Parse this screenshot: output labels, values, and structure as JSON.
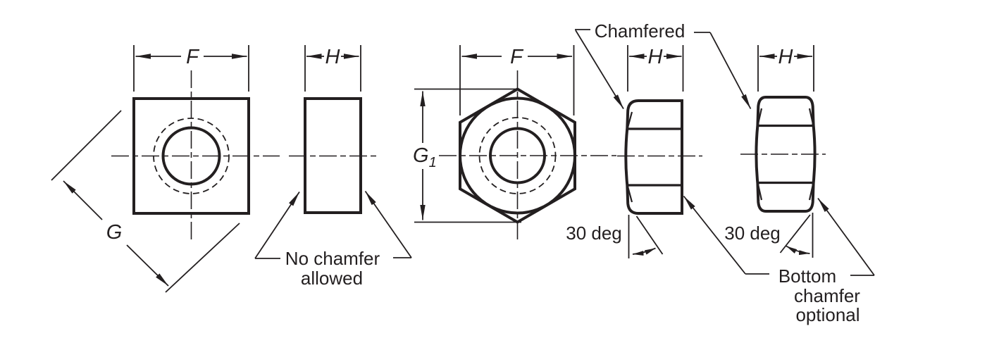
{
  "colors": {
    "ink": "#231f20",
    "background": "#ffffff"
  },
  "dimension_labels": {
    "width_across_flats": "F",
    "thickness": "H",
    "square_across_corners": "G",
    "hex_across_corners_base": "G",
    "hex_across_corners_subscript": "1"
  },
  "annotations": {
    "chamfered": "Chamfered",
    "no_chamfer_line1": "No chamfer",
    "no_chamfer_line2": "allowed",
    "chamfer_angle_left": "30 deg",
    "chamfer_angle_right": "30 deg",
    "bottom_chamfer_line1": "Bottom",
    "bottom_chamfer_line2": "chamfer",
    "bottom_chamfer_line3": "optional"
  }
}
